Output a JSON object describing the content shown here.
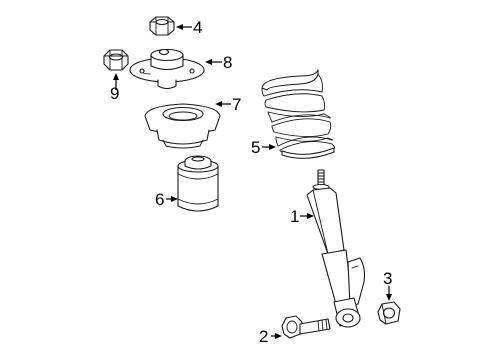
{
  "diagram": {
    "callouts": [
      {
        "id": "shock-absorber",
        "label": "1"
      },
      {
        "id": "bolt",
        "label": "2"
      },
      {
        "id": "nut-lower",
        "label": "3"
      },
      {
        "id": "nut-top",
        "label": "4"
      },
      {
        "id": "coil-spring",
        "label": "5"
      },
      {
        "id": "bump-stop",
        "label": "6"
      },
      {
        "id": "spring-seat",
        "label": "7"
      },
      {
        "id": "upper-mount",
        "label": "8"
      },
      {
        "id": "nut-left",
        "label": "9"
      }
    ]
  }
}
